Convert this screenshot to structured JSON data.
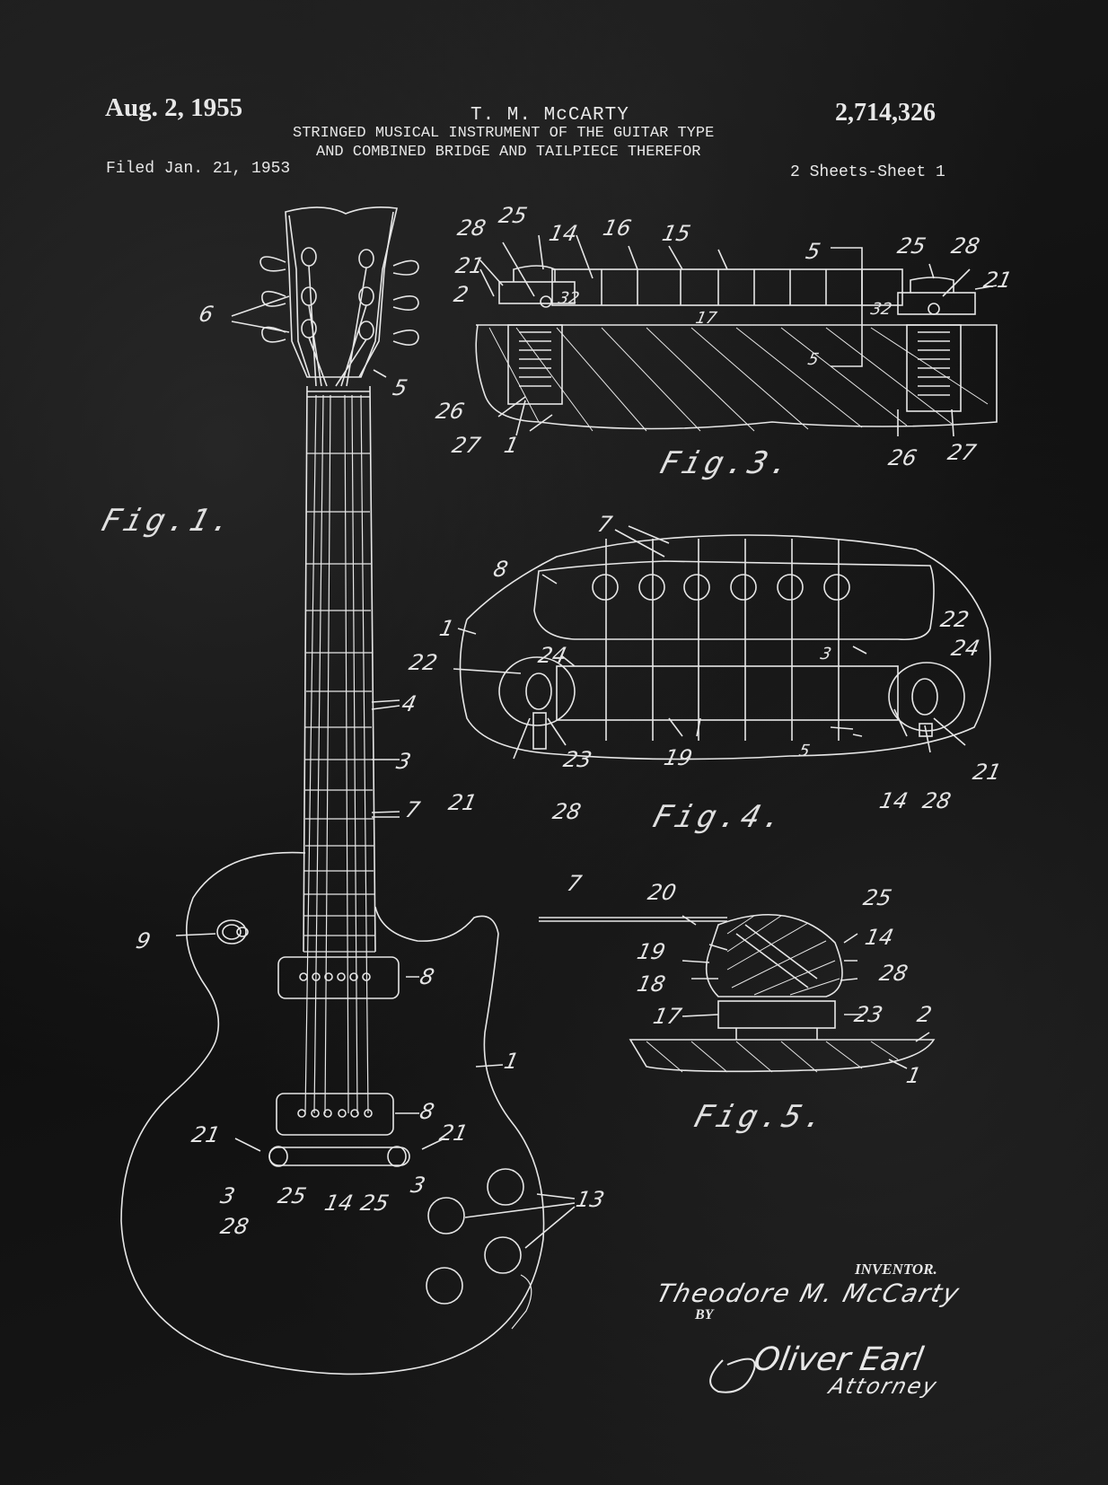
{
  "header": {
    "date": "Aug. 2, 1955",
    "inventor_short": "T. M. McCARTY",
    "patent_number": "2,714,326",
    "title_line1": "STRINGED MUSICAL INSTRUMENT OF THE GUITAR TYPE",
    "title_line2": "AND COMBINED BRIDGE AND TAILPIECE THEREFOR",
    "filed": "Filed Jan. 21, 1953",
    "sheets": "2 Sheets-Sheet 1"
  },
  "figures": {
    "fig1": {
      "label": "Fig.1.",
      "callouts": [
        "6",
        "5",
        "4",
        "3",
        "7",
        "9",
        "8",
        "8",
        "1",
        "21",
        "21",
        "3",
        "3",
        "25",
        "14",
        "25",
        "28",
        "13"
      ]
    },
    "fig3": {
      "label": "Fig.3.",
      "callouts": [
        "28",
        "25",
        "14",
        "16",
        "15",
        "5",
        "25",
        "28",
        "21",
        "2",
        "32",
        "32",
        "17",
        "5",
        "26",
        "27",
        "1",
        "26",
        "27",
        "21"
      ]
    },
    "fig4": {
      "label": "Fig.4.",
      "callouts": [
        "7",
        "8",
        "1",
        "22",
        "24",
        "22",
        "24",
        "3",
        "23",
        "19",
        "5",
        "21",
        "28",
        "14",
        "28",
        "21"
      ]
    },
    "fig5": {
      "label": "Fig.5.",
      "callouts": [
        "7",
        "20",
        "25",
        "14",
        "19",
        "18",
        "28",
        "17",
        "23",
        "2",
        "1"
      ]
    }
  },
  "signature": {
    "inventor_label": "INVENTOR.",
    "inventor_name": "Theodore M. McCarty",
    "by": "BY",
    "attorney_signature": "Oliver Earl",
    "attorney_label": "Attorney"
  },
  "colors": {
    "background": "#151515",
    "ink": "#e8e8e8"
  }
}
